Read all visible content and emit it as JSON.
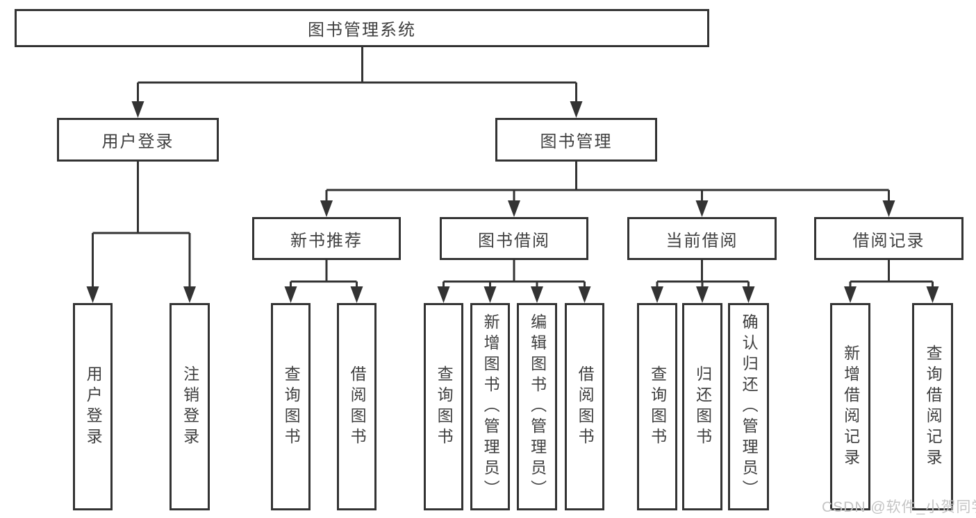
{
  "tree": {
    "root": {
      "label": "图书管理系统"
    },
    "branches": [
      {
        "label": "用户登录",
        "children": [
          {
            "label": "用户登录"
          },
          {
            "label": "注销登录"
          }
        ]
      },
      {
        "label": "图书管理",
        "children": [
          {
            "label": "新书推荐",
            "children": [
              {
                "label": "查询图书"
              },
              {
                "label": "借阅图书"
              }
            ]
          },
          {
            "label": "图书借阅",
            "children": [
              {
                "label": "查询图书"
              },
              {
                "label": "新增图书（管理员）"
              },
              {
                "label": "编辑图书（管理员）"
              },
              {
                "label": "借阅图书"
              }
            ]
          },
          {
            "label": "当前借阅",
            "children": [
              {
                "label": "查询图书"
              },
              {
                "label": "归还图书"
              },
              {
                "label": "确认归还（管理员）"
              }
            ]
          },
          {
            "label": "借阅记录",
            "children": [
              {
                "label": "新增借阅记录"
              },
              {
                "label": "查询借阅记录"
              }
            ]
          }
        ]
      }
    ]
  },
  "watermark": {
    "text": "CSDN @软件_小贺同学"
  },
  "colors": {
    "line": "#333333",
    "box_border": "#333333",
    "text": "#3f3f3f",
    "watermark": "#c4c4c4",
    "background": "#ffffff"
  }
}
